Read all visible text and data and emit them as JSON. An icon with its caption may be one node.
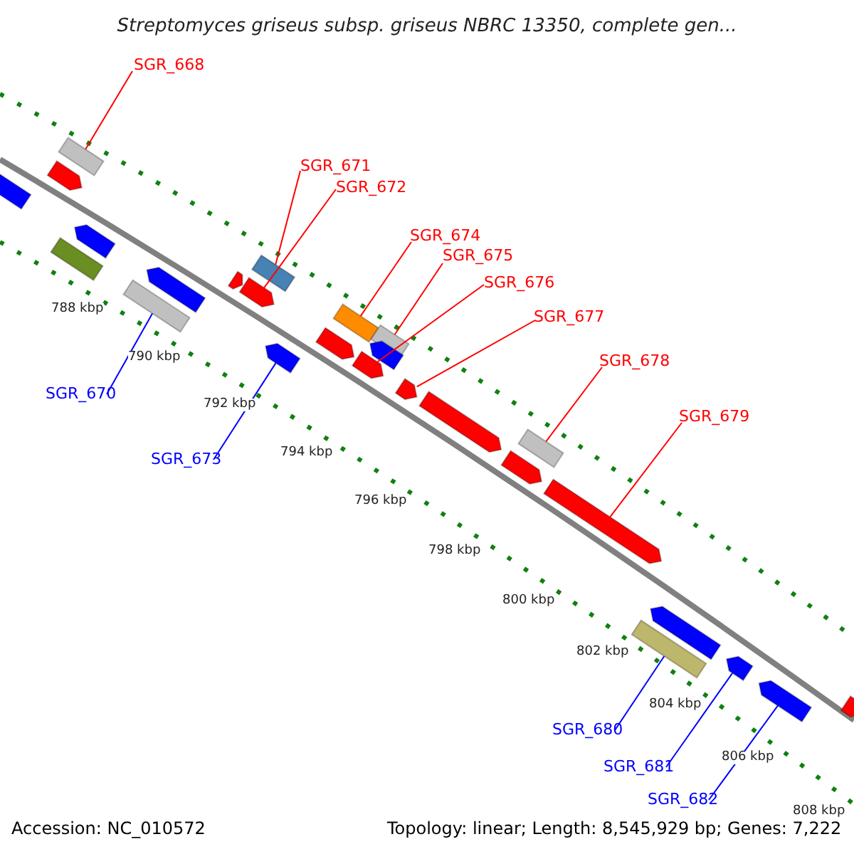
{
  "diagram": {
    "title": "Streptomyces griseus subsp. griseus NBRC 13350, complete gen...",
    "nodes": [
      {
        "text": [
          "SGR_668"
        ]
      },
      {
        "text": [],
        "shape": "bar"
      },
      {
        "text": [
          "SGR_671"
        ]
      },
      {
        "text": [],
        "shape": "bar"
      },
      {
        "text": [
          "SGR_672"
        ]
      },
      {
        "text": [],
        "shape": "arrow"
      },
      {
        "text": [
          "SGR_674"
        ]
      },
      {
        "text": [],
        "shape": "bar"
      },
      {
        "text": [
          "SGR_675"
        ]
      },
      {
        "text": [],
        "shape": "bar"
      },
      {
        "text": [
          "SGR_676"
        ]
      },
      {
        "text": [],
        "shape": "arrow"
      },
      {
        "text": [
          "SGR_677"
        ]
      },
      {
        "text": [],
        "shape": "arrow"
      },
      {
        "text": [
          "SGR_678"
        ]
      },
      {
        "text": [],
        "shape": "bar"
      },
      {
        "text": [
          "SGR_679"
        ]
      },
      {
        "text": [],
        "shape": "arrow"
      },
      {
        "text": [
          "SGR_670"
        ]
      },
      {
        "text": [],
        "shape": "bar"
      },
      {
        "text": [
          "SGR_673"
        ]
      },
      {
        "text": [],
        "shape": "arrow"
      },
      {
        "text": [
          "SGR_680"
        ]
      },
      {
        "text": [],
        "shape": "bar"
      },
      {
        "text": [
          "SGR_681"
        ]
      },
      {
        "text": [],
        "shape": "arrow"
      },
      {
        "text": [
          "SGR_682"
        ]
      },
      {
        "text": [],
        "shape": "arrow"
      },
      {
        "text": [],
        "shape": "arrow"
      },
      {
        "text": [],
        "shape": "arrow"
      },
      {
        "text": [],
        "shape": "arrow"
      },
      {
        "text": [],
        "shape": "arrow"
      },
      {
        "text": [],
        "shape": "arrow"
      },
      {
        "text": [],
        "shape": "arrow"
      },
      {
        "text": [],
        "shape": "arrow"
      },
      {
        "text": [],
        "shape": "arrow"
      },
      {
        "text": [],
        "shape": "arrow"
      },
      {
        "text": [],
        "shape": "bar"
      },
      {
        "text": [],
        "shape": "arrow"
      },
      {
        "text": [],
        "shape": "arrow"
      }
    ],
    "edges": [
      {
        "from": 0,
        "to": 1,
        "arrow": "none"
      },
      {
        "from": 2,
        "to": 3,
        "arrow": "none"
      },
      {
        "from": 4,
        "to": 5,
        "arrow": "none"
      },
      {
        "from": 6,
        "to": 7,
        "arrow": "none"
      },
      {
        "from": 8,
        "to": 9,
        "arrow": "none"
      },
      {
        "from": 10,
        "to": 11,
        "arrow": "none"
      },
      {
        "from": 12,
        "to": 13,
        "arrow": "none"
      },
      {
        "from": 14,
        "to": 15,
        "arrow": "none"
      },
      {
        "from": 16,
        "to": 17,
        "arrow": "none"
      },
      {
        "from": 18,
        "to": 19,
        "arrow": "none",
        "color": "#0000ff"
      },
      {
        "from": 20,
        "to": 21,
        "arrow": "none",
        "color": "#0000ff"
      },
      {
        "from": 22,
        "to": 23,
        "arrow": "none",
        "color": "#0000ff"
      },
      {
        "from": 24,
        "to": 25,
        "arrow": "none",
        "color": "#0000ff"
      },
      {
        "from": 26,
        "to": 27,
        "arrow": "none",
        "color": "#0000ff"
      }
    ],
    "labels": [
      "788 kbp",
      "790 kbp",
      "792 kbp",
      "794 kbp",
      "796 kbp",
      "798 kbp",
      "800 kbp",
      "802 kbp",
      "804 kbp",
      "806 kbp",
      "808 kbp",
      "Accession: NC_010572",
      "Topology: linear; Length: 8,545,929 bp; Genes: 7,222"
    ]
  }
}
